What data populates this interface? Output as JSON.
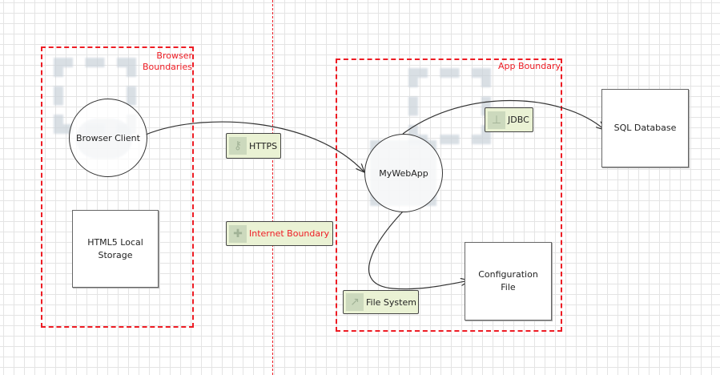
{
  "boundaries": {
    "browser": {
      "label_line1": "Browser",
      "label_line2": "Boundaries"
    },
    "app": {
      "label": "App Boundary"
    },
    "internet": {
      "label": "Internet Boundary"
    }
  },
  "processes": {
    "browser_client": "Browser Client",
    "mywebapp": "MyWebApp"
  },
  "stores": {
    "html5_line1": "HTML5 Local",
    "html5_line2": "Storage",
    "sql": "SQL Database",
    "config_line1": "Configuration",
    "config_line2": "File"
  },
  "flows": {
    "https": "HTTPS",
    "jdbc": "JDBC",
    "file_system": "File System"
  },
  "colors": {
    "boundary": "#ee1c24",
    "flow_tag": "#eaf2d4"
  }
}
